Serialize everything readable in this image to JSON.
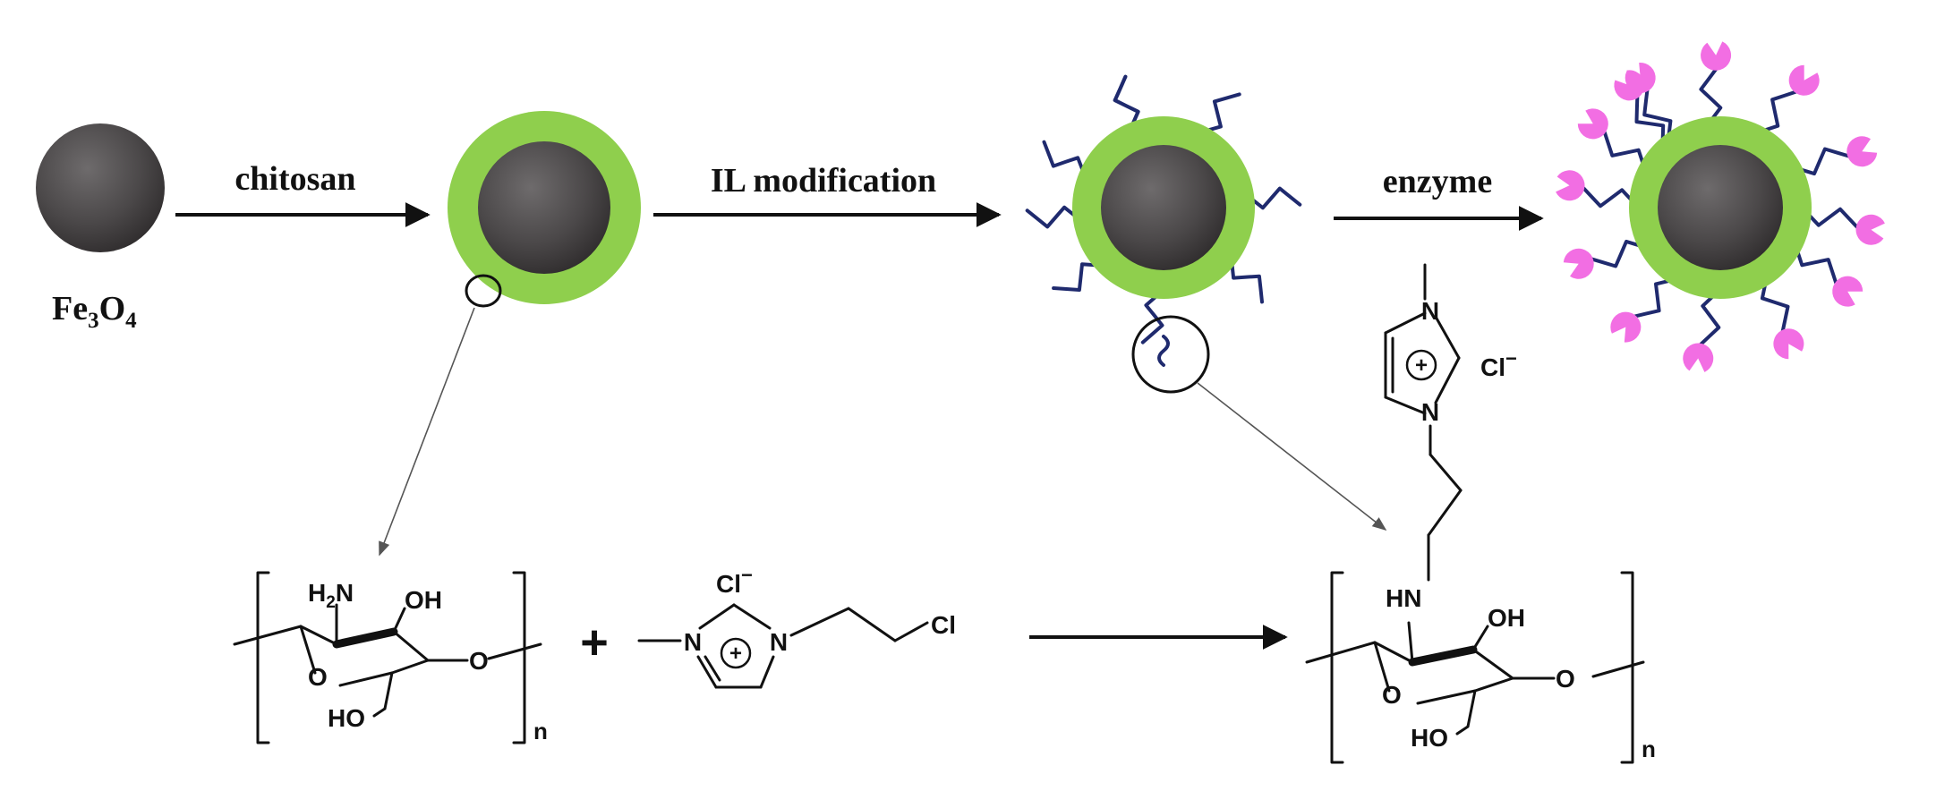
{
  "colors": {
    "core": "#4b4849",
    "shell": "#8fcf4d",
    "chain": "#1f2a6e",
    "enzyme": "#f26ee3",
    "line": "#111111"
  },
  "labels": {
    "fe3o4": {
      "base": "Fe",
      "sub1": "3",
      "o": "O",
      "sub2": "4"
    },
    "chitosan": "chitosan",
    "il_modification": "IL modification",
    "enzyme": "enzyme"
  },
  "chem": {
    "h2n": {
      "h": "H",
      "sub": "2",
      "n": "N"
    },
    "oh": "OH",
    "o": "O",
    "ho": "HO",
    "n_subscript": "n",
    "plus": "+",
    "cl_minus": "Cl",
    "minus": "−",
    "n_atom": "N",
    "cl": "Cl",
    "hn": "HN",
    "plus_circle": "+"
  }
}
